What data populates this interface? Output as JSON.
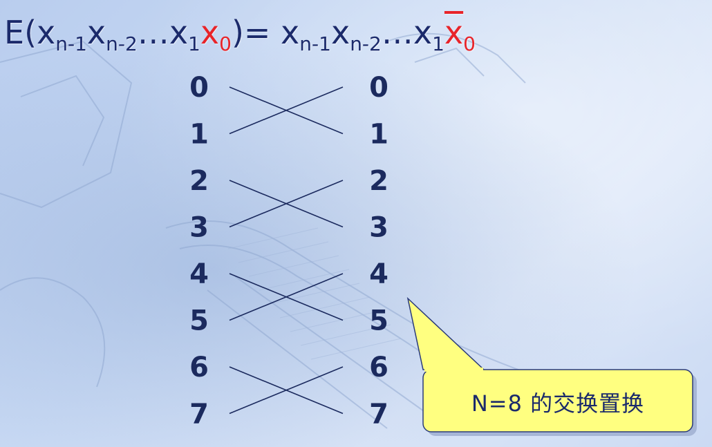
{
  "formula": {
    "lhs_prefix": "E(x",
    "s1": "n-1",
    "x2": "x",
    "s2": "n-2",
    "dots": "…x",
    "s3": "1",
    "x0": "x",
    "s4": "0",
    "mid": ")= x",
    "s5": "n-1",
    "x6": "x",
    "s6": "n-2",
    "dots2": "…x",
    "s7": "1",
    "xbar": "x",
    "s8": "0"
  },
  "left_labels": [
    "0",
    "1",
    "2",
    "3",
    "4",
    "5",
    "6",
    "7"
  ],
  "right_labels": [
    "0",
    "1",
    "2",
    "3",
    "4",
    "5",
    "6",
    "7"
  ],
  "connections": [
    [
      0,
      1
    ],
    [
      1,
      0
    ],
    [
      2,
      3
    ],
    [
      3,
      2
    ],
    [
      4,
      5
    ],
    [
      5,
      4
    ],
    [
      6,
      7
    ],
    [
      7,
      6
    ]
  ],
  "callout": {
    "text": "N=8 的交换置换"
  },
  "colors": {
    "ink": "#1b2a5e",
    "accent": "#e8242a",
    "callout_fill": "#ffff80"
  }
}
